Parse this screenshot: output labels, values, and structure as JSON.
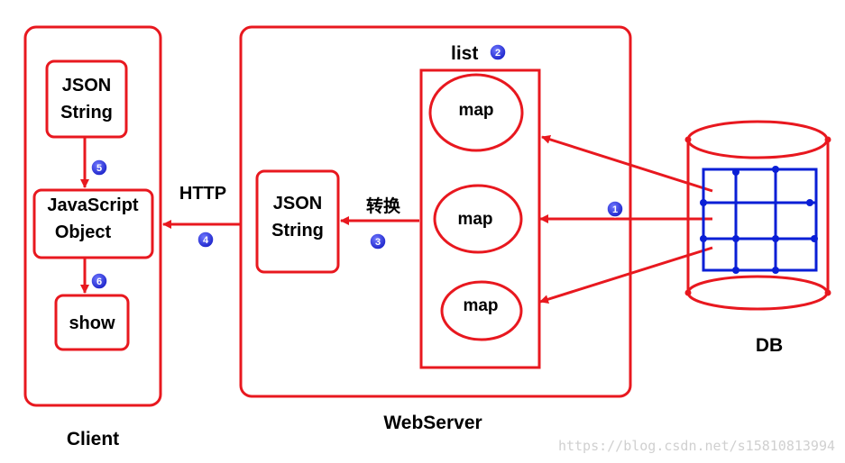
{
  "client": {
    "label": "Client"
  },
  "webserver": {
    "label": "WebServer"
  },
  "list": {
    "label": "list",
    "step": "2"
  },
  "db": {
    "label": "DB"
  },
  "client_json": {
    "line1": "JSON",
    "line2": "String"
  },
  "js_object": {
    "line1": "JavaScript",
    "line2": "Object"
  },
  "show": {
    "label": "show"
  },
  "server_json": {
    "line1": "JSON",
    "line2": "String"
  },
  "maps": [
    "map",
    "map",
    "map"
  ],
  "convert": {
    "label": "转换",
    "step": "3"
  },
  "http": {
    "label": "HTTP",
    "step": "4"
  },
  "steps": {
    "db_to_map": "1",
    "json_to_object": "5",
    "object_to_show": "6"
  },
  "watermark": "https://blog.csdn.net/s15810813994",
  "colors": {
    "border": "#e8181f",
    "grid": "#0a1fd6",
    "badge": "#1b22c9"
  }
}
